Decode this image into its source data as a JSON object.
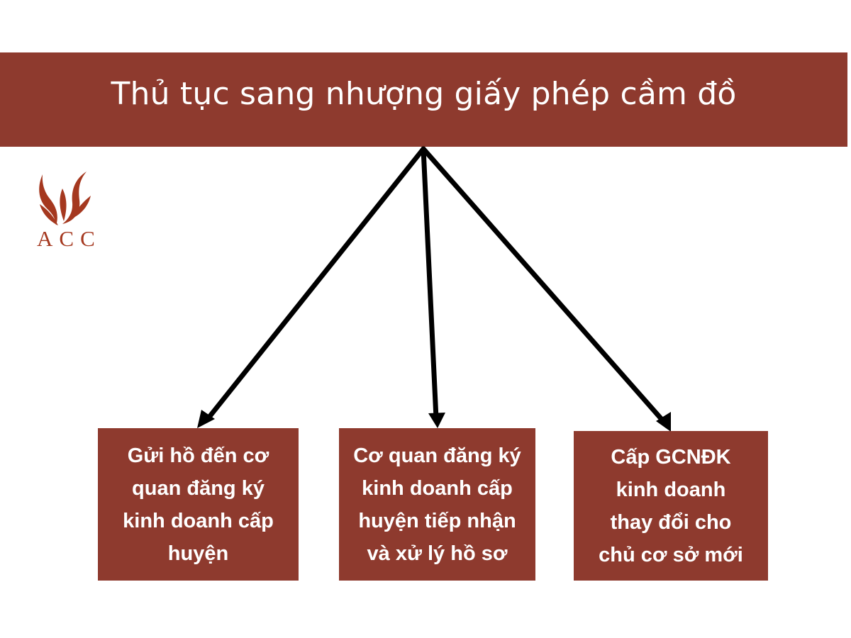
{
  "title": "Thủ tục sang nhượng giấy phép cầm đồ",
  "logo": {
    "text": "ACC",
    "icon": "flame-leaf-icon"
  },
  "colors": {
    "primary": "#8e3a2e",
    "logo": "#a5381f",
    "text_on_primary": "#ffffff",
    "arrow": "#000000"
  },
  "steps": [
    {
      "label": "Gửi hồ đến cơ\nquan đăng ký\nkinh doanh cấp\nhuyện"
    },
    {
      "label": "Cơ quan đăng ký\nkinh doanh cấp\nhuyện tiếp nhận\nvà xử lý hồ sơ"
    },
    {
      "label": "Cấp GCNĐK\nkinh doanh\nthay đổi cho\nchủ cơ sở mới"
    }
  ]
}
